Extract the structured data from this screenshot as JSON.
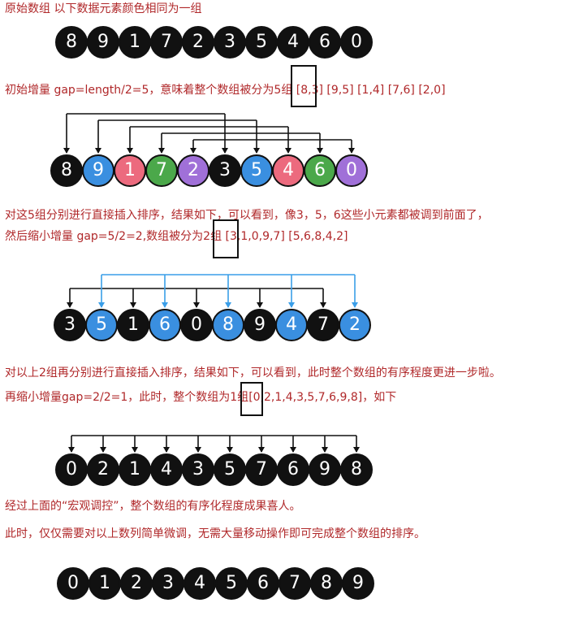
{
  "title": "原始数组  以下数据元素颜色相同为一组",
  "original_array": {
    "values": [
      "8",
      "9",
      "1",
      "7",
      "2",
      "3",
      "5",
      "4",
      "6",
      "0"
    ],
    "colors": [
      "#111111",
      "#111111",
      "#111111",
      "#111111",
      "#111111",
      "#111111",
      "#111111",
      "#111111",
      "#111111",
      "#111111"
    ]
  },
  "step1": {
    "text_before": "初始增量 gap=length/2=5，意味着整个数组被分为",
    "boxed": "5组",
    "text_after": "  [8,3] [9,5] [1,4] [7,6] [2,0]",
    "array": {
      "values": [
        "8",
        "9",
        "1",
        "7",
        "2",
        "3",
        "5",
        "4",
        "6",
        "0"
      ],
      "colors": [
        "#111111",
        "#3a8fe0",
        "#ec6a7e",
        "#4ba84a",
        "#a070d8",
        "#111111",
        "#3a8fe0",
        "#ec6a7e",
        "#4ba84a",
        "#a070d8"
      ]
    },
    "pairs": [
      [
        0,
        5
      ],
      [
        1,
        6
      ],
      [
        2,
        7
      ],
      [
        3,
        8
      ],
      [
        4,
        9
      ]
    ],
    "arrow_color": "#111111"
  },
  "step2": {
    "line1": "对这5组分别进行直接插入排序，结果如下，可以看到，像3，5，6这些小元素都被调到前面了，",
    "text_before": "然后缩小增量 gap=5/2=2,数组被分为",
    "boxed": "2组",
    "text_after": " [3,1,0,9,7] [5,6,8,4,2]",
    "array": {
      "values": [
        "3",
        "5",
        "1",
        "6",
        "0",
        "8",
        "9",
        "4",
        "7",
        "2"
      ],
      "colors": [
        "#111111",
        "#3a8fe0",
        "#111111",
        "#3a8fe0",
        "#111111",
        "#3a8fe0",
        "#111111",
        "#3a8fe0",
        "#111111",
        "#3a8fe0"
      ]
    },
    "group_a": [
      0,
      2,
      4,
      6,
      8
    ],
    "group_b": [
      1,
      3,
      5,
      7,
      9
    ],
    "color_a": "#111111",
    "color_b": "#3a9ee8"
  },
  "step3": {
    "line1": "对以上2组再分别进行直接插入排序，结果如下，可以看到，此时整个数组的有序程度更进一步啦。",
    "text_before": "再缩小增量gap=2/2=1，此时，整个数组为",
    "boxed": "1组",
    "text_after": "[0,2,1,4,3,5,7,6,9,8]，如下",
    "array": {
      "values": [
        "0",
        "2",
        "1",
        "4",
        "3",
        "5",
        "7",
        "6",
        "9",
        "8"
      ],
      "colors": [
        "#111111",
        "#111111",
        "#111111",
        "#111111",
        "#111111",
        "#111111",
        "#111111",
        "#111111",
        "#111111",
        "#111111"
      ]
    }
  },
  "conclusion": {
    "line1": "经过上面的“宏观调控”，整个数组的有序化程度成果喜人。",
    "line2": "此时，仅仅需要对以上数列简单微调，无需大量移动操作即可完成整个数组的排序。"
  },
  "final_array": {
    "values": [
      "0",
      "1",
      "2",
      "3",
      "4",
      "5",
      "6",
      "7",
      "8",
      "9"
    ],
    "colors": [
      "#111111",
      "#111111",
      "#111111",
      "#111111",
      "#111111",
      "#111111",
      "#111111",
      "#111111",
      "#111111",
      "#111111"
    ]
  }
}
